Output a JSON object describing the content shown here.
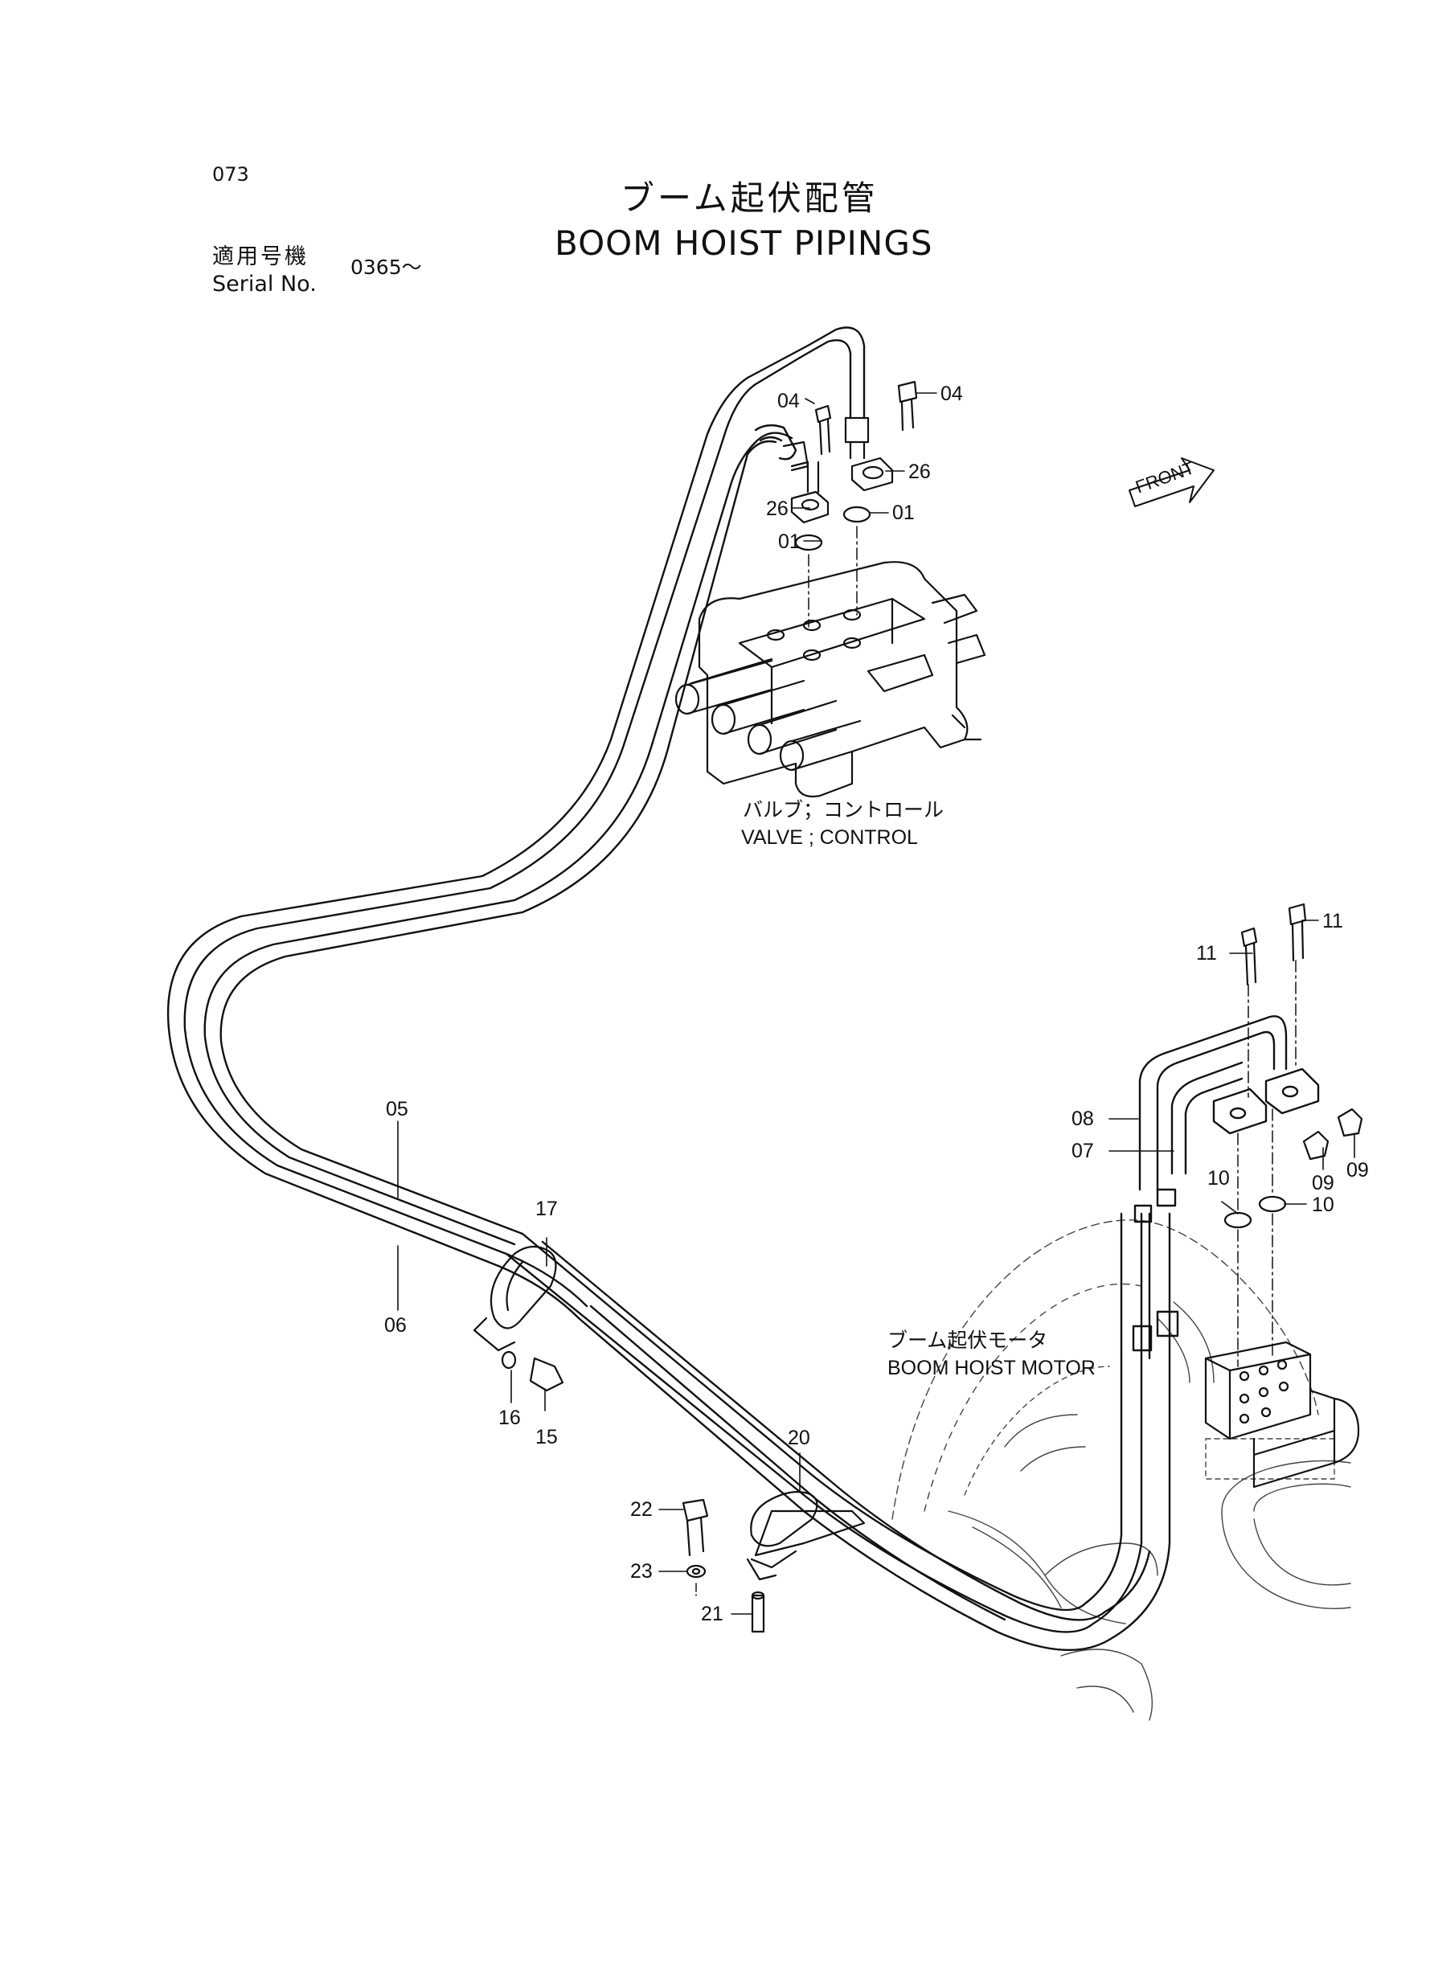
{
  "header": {
    "page_number": "073",
    "title_jp": "ブーム起伏配管",
    "title_en": "BOOM HOIST PIPINGS",
    "serial_label_jp": "適用号機",
    "serial_label_en": "Serial No.",
    "serial_value": "0365～"
  },
  "captions": {
    "valve_jp": "バルブ；コントロール",
    "valve_en": "VALVE ; CONTROL",
    "motor_jp": "ブーム起伏モータ",
    "motor_en": "BOOM HOIST MOTOR"
  },
  "front_marker": "FRONT",
  "parts": {
    "p01a": "01",
    "p01b": "01",
    "p04a": "04",
    "p04b": "04",
    "p26a": "26",
    "p26b": "26",
    "p05": "05",
    "p06": "06",
    "p07": "07",
    "p08": "08",
    "p09a": "09",
    "p09b": "09",
    "p10a": "10",
    "p10b": "10",
    "p11a": "11",
    "p11b": "11",
    "p15": "15",
    "p16": "16",
    "p17": "17",
    "p20": "20",
    "p21": "21",
    "p22": "22",
    "p23": "23"
  }
}
